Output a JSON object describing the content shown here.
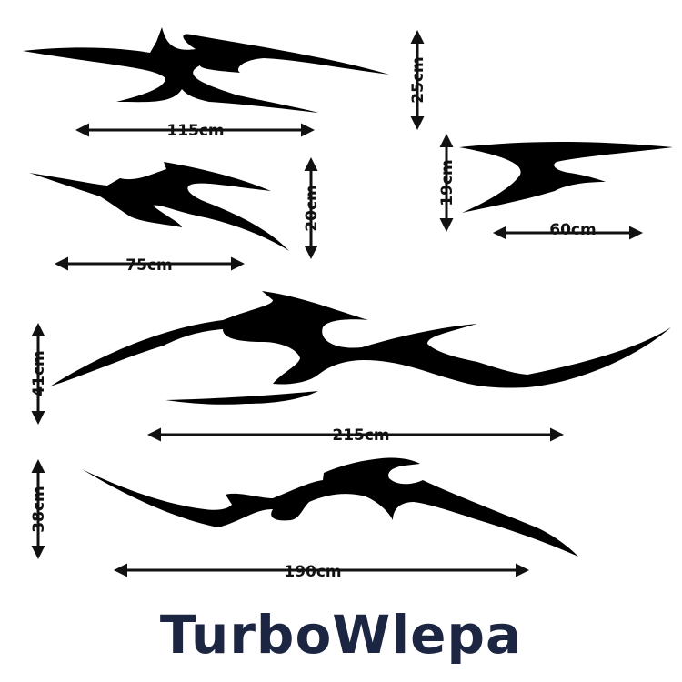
{
  "brand": {
    "name": "TurboWlepa",
    "color": "#1c2541"
  },
  "decal_color": "#000000",
  "decals": [
    {
      "id": "decal-1",
      "width_label": "115cm",
      "height_label": "25cm"
    },
    {
      "id": "decal-2",
      "width_label": "75cm",
      "height_label": "20cm"
    },
    {
      "id": "decal-3",
      "width_label": "60cm",
      "height_label": "19cm"
    },
    {
      "id": "decal-4",
      "width_label": "215cm",
      "height_label": "41cm"
    },
    {
      "id": "decal-5",
      "width_label": "190cm",
      "height_label": "38cm"
    }
  ]
}
